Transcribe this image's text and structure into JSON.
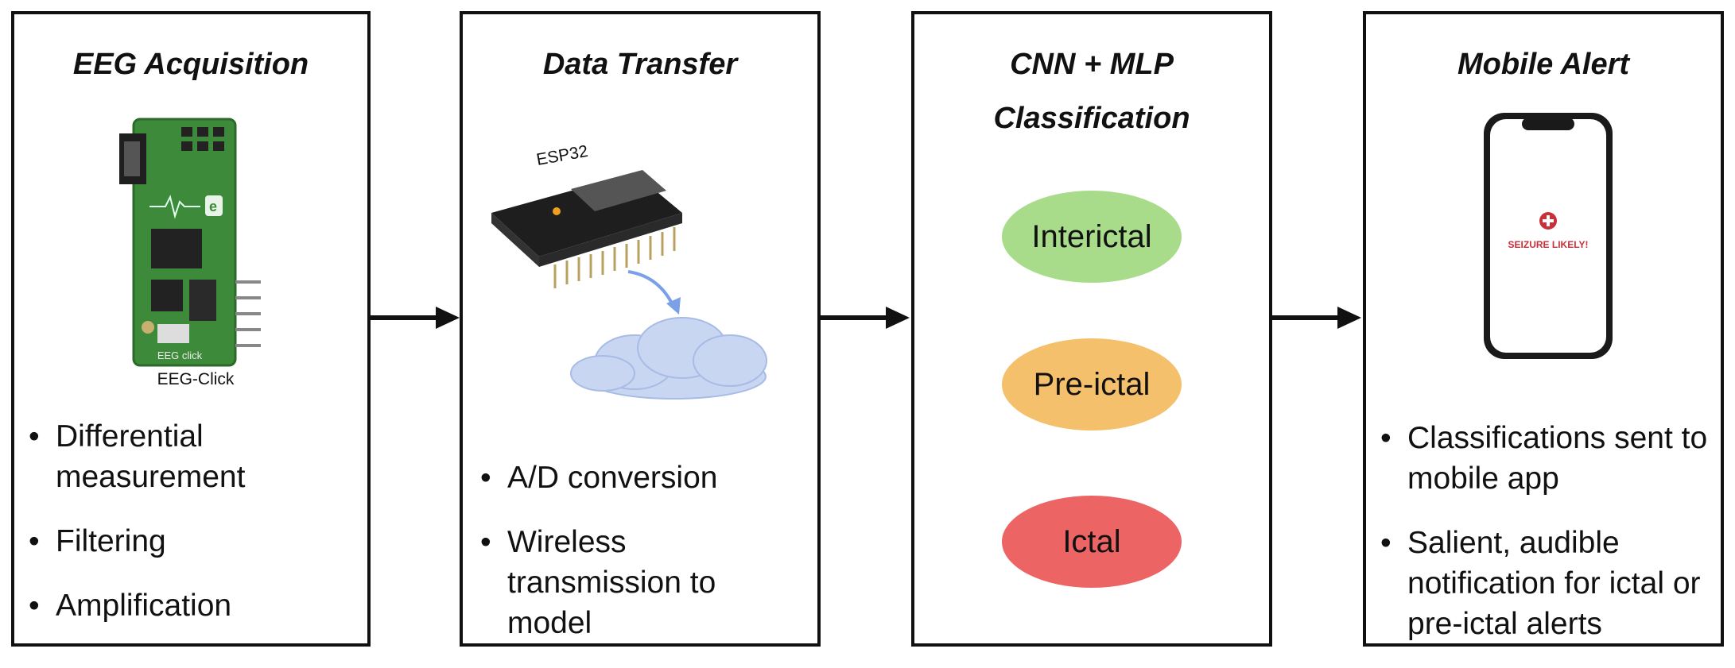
{
  "stages": [
    {
      "title": "EEG Acquisition",
      "image_caption": "EEG-Click",
      "board_marking": "EEG click",
      "bullets": [
        "Differential measurement",
        "Filtering",
        "Amplification"
      ]
    },
    {
      "title": "Data Transfer",
      "image_caption": "ESP32",
      "bullets": [
        "A/D conversion",
        "Wireless transmission to model"
      ]
    },
    {
      "title_line1": "CNN + MLP",
      "title_line2": "Classification",
      "classes": [
        {
          "label": "Interictal",
          "color": "#a8dc8a"
        },
        {
          "label": "Pre-ictal",
          "color": "#f5c06c"
        },
        {
          "label": "Ictal",
          "color": "#ec6464"
        }
      ]
    },
    {
      "title": "Mobile Alert",
      "phone_text": "SEIZURE LIKELY!",
      "bullets": [
        "Classifications sent to mobile app",
        "Salient, audible notification for ictal or pre-ictal alerts"
      ]
    }
  ],
  "colors": {
    "border": "#111111",
    "alert_red": "#c8313a",
    "board_green": "#3d8a3a",
    "cloud": "#c9d6f2"
  }
}
